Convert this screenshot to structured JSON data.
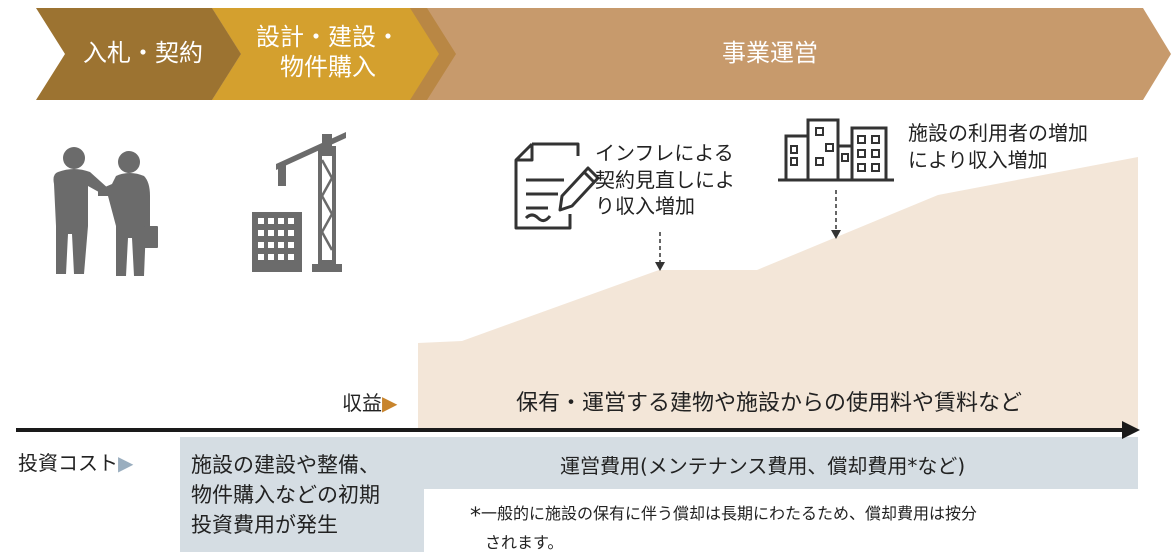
{
  "phases": {
    "bidding": "入札・契約",
    "construction_line1": "設計・建設・",
    "construction_line2": "物件購入",
    "operation": "事業運営"
  },
  "annotations": {
    "inflation": [
      "インフレによる",
      "契約見直しによ",
      "り収入増加"
    ],
    "users": [
      "施設の利用者の増加",
      "により収入増加"
    ]
  },
  "revenue": {
    "label": "収益",
    "marker": "▶",
    "description": "保有・運営する建物や施設からの使用料や賃料など"
  },
  "cost": {
    "label": "投資コスト",
    "marker": "▶",
    "initial": [
      "施設の建設や整備、",
      "物件購入などの初期",
      "投資費用が発生"
    ],
    "operating": "運営費用(メンテナンス費用、償却費用*など)"
  },
  "footnote": {
    "mark": "*",
    "line1": "一般的に施設の保有に伴う償却は長期にわたるため、償却費用は按分",
    "line2": "されます。"
  },
  "colors": {
    "phase1": "#9c7331",
    "phase2": "#d4a02e",
    "phase3": "#c79a6c",
    "revenue_area": "#f3e6d8",
    "cost_band": "#d5dde3",
    "axis": "#1a1a1a",
    "icon_gray": "#6b6b6b",
    "orange_marker": "#c8842c",
    "blue_marker": "#9aaebf"
  }
}
